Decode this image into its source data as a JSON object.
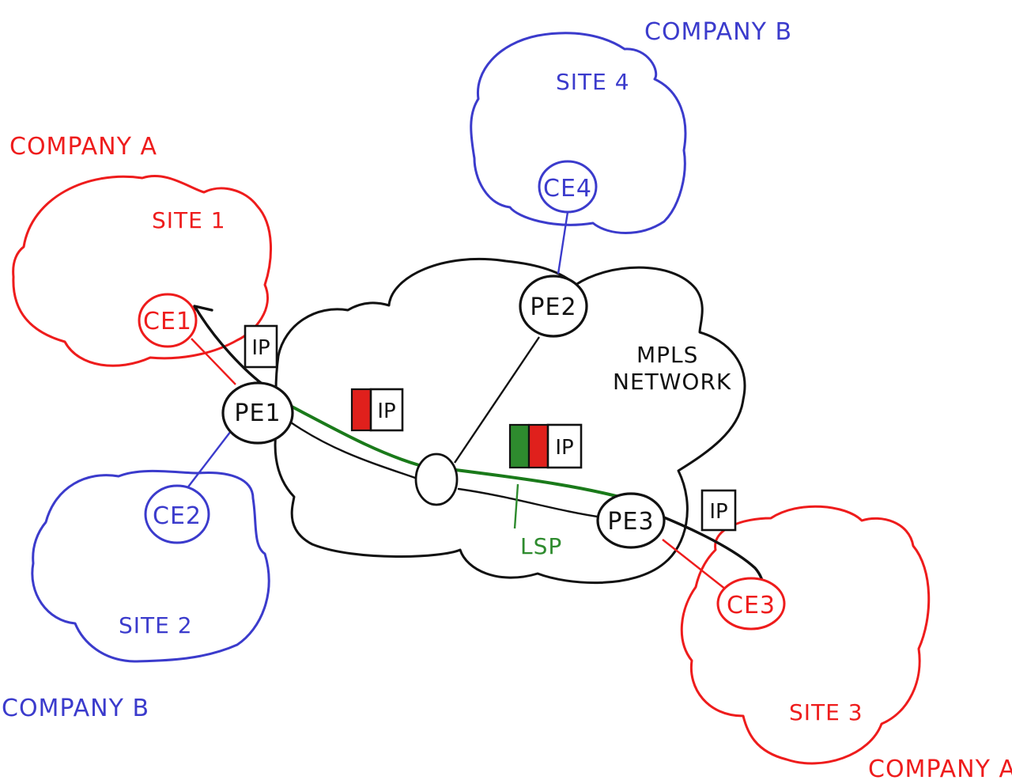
{
  "colors": {
    "company_a": "#ee1c1c",
    "company_b": "#3b3bcc",
    "network": "#111111",
    "lsp": "#1a7a1a",
    "label_red": "#e0201c",
    "label_green": "#2e8b2e"
  },
  "labels": {
    "company_a_top": "COMPANY A",
    "company_a_bottom": "COMPANY A",
    "company_b_top": "COMPANY B",
    "company_b_bottom": "COMPANY B",
    "mpls_line1": "MPLS",
    "mpls_line2": "NETWORK",
    "lsp": "LSP"
  },
  "sites": {
    "site1": "SITE 1",
    "site2": "SITE 2",
    "site3": "SITE 3",
    "site4": "SITE 4"
  },
  "nodes": {
    "ce1": "CE1",
    "ce2": "CE2",
    "ce3": "CE3",
    "ce4": "CE4",
    "pe1": "PE1",
    "pe2": "PE2",
    "pe3": "PE3"
  },
  "packets": {
    "ip": "IP"
  }
}
